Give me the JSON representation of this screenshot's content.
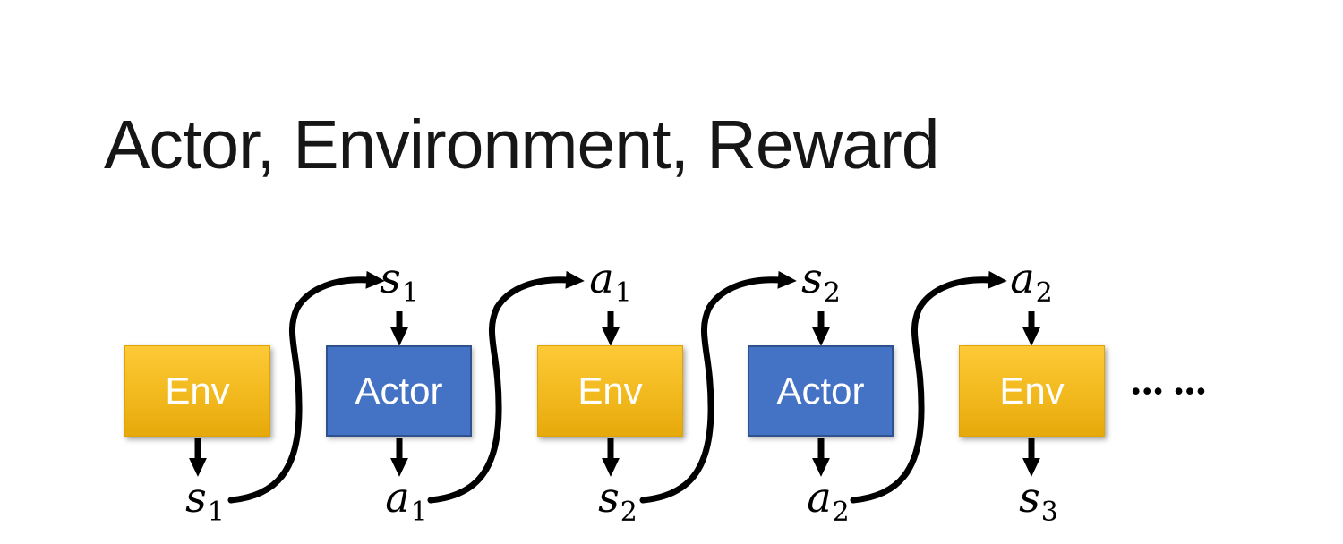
{
  "title": "Actor, Environment, Reward",
  "colors": {
    "env_top": "#FDC937",
    "env_bottom": "#E6A90B",
    "env_border": "#DFA400",
    "actor_fill": "#4472C4",
    "actor_border": "#2F528F",
    "arrow": "#000000",
    "box_text": "#FFFFFF",
    "title_text": "#161616"
  },
  "diagram": {
    "boxes": [
      {
        "label": "Env",
        "type": "env"
      },
      {
        "label": "Actor",
        "type": "actor"
      },
      {
        "label": "Env",
        "type": "env"
      },
      {
        "label": "Actor",
        "type": "actor"
      },
      {
        "label": "Env",
        "type": "env"
      }
    ],
    "top_labels": [
      {
        "base": "s",
        "sub": "1"
      },
      {
        "base": "a",
        "sub": "1"
      },
      {
        "base": "s",
        "sub": "2"
      },
      {
        "base": "a",
        "sub": "2"
      }
    ],
    "bottom_labels": [
      {
        "base": "s",
        "sub": "1"
      },
      {
        "base": "a",
        "sub": "1"
      },
      {
        "base": "s",
        "sub": "2"
      },
      {
        "base": "a",
        "sub": "2"
      },
      {
        "base": "s",
        "sub": "3"
      }
    ],
    "ellipsis": "••• •••"
  }
}
